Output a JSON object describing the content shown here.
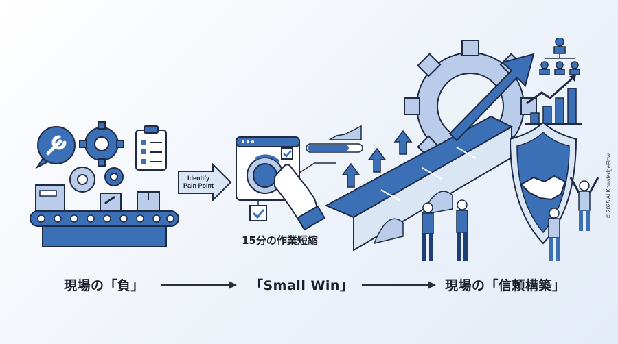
{
  "labels": {
    "left": "現場の「負」",
    "middle": "「Small Win」",
    "right": "現場の「信頼構築」"
  },
  "arrow_badge": {
    "line1": "Identify",
    "line2": "Pain Point"
  },
  "caption": "15分の作業短縮",
  "copyright": "© 2025 AI KnowledgeFlow",
  "colors": {
    "primary": "#3b6fb6",
    "light": "#b9cdea",
    "dark": "#1e3f73",
    "outline": "#1f2a44"
  }
}
